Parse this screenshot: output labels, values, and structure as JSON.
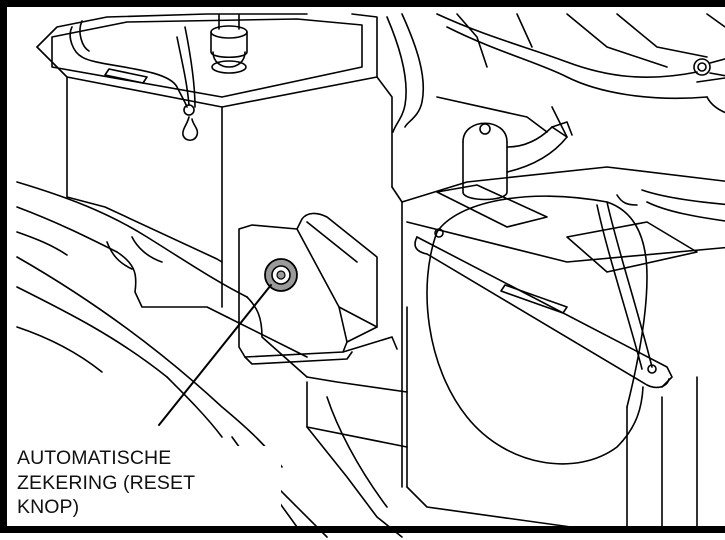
{
  "callout": {
    "lines": [
      "AUTOMATISCHE",
      "ZEKERING (RESET",
      "KNOP)"
    ]
  },
  "colors": {
    "line": "#000000",
    "button_fill": "#9a9a9a",
    "background": "#ffffff"
  }
}
